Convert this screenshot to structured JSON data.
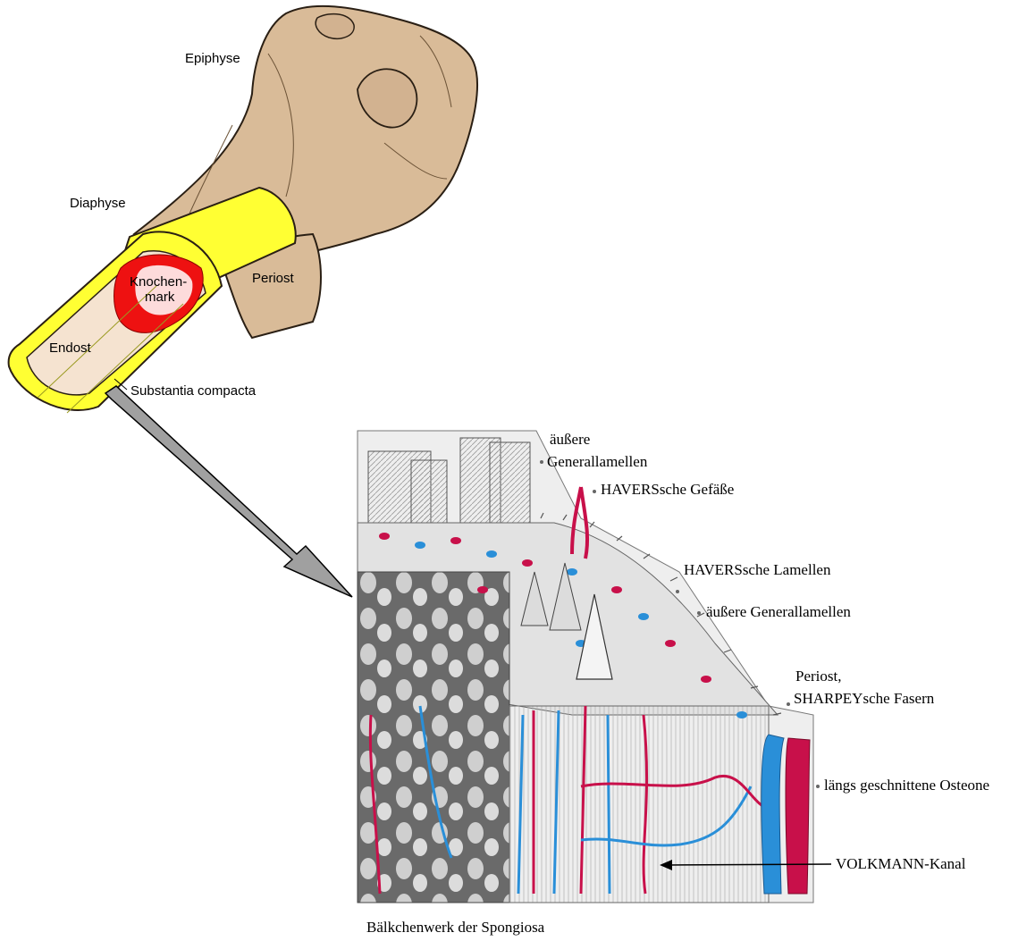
{
  "labels": {
    "epiphyse": "Epiphyse",
    "diaphyse": "Diaphyse",
    "periost": "Periost",
    "knochen_line1": "Knochen-",
    "knochen_line2": "mark",
    "endost": "Endost",
    "substantia_compacta": "Substantia compacta"
  },
  "section_labels": {
    "aussere_top_line1": "äußere",
    "aussere_top_line2": "Generallamellen",
    "havers_gefasse": "HAVERSsche Gefäße",
    "havers_lamellen": "HAVERSsche Lamellen",
    "aussere_generallamellen": "äußere Generallamellen",
    "periost_line1": "Periost,",
    "periost_line2": "SHARPEYsche Fasern",
    "langs_osteone": "längs geschnittene Osteone",
    "volkmann": "VOLKMANN-Kanal",
    "balkchenwerk": "Bälkchenwerk der Spongiosa"
  },
  "colors": {
    "bone": "#d9bb98",
    "compacta_yellow": "#ffff33",
    "marrow_red": "#ee1111",
    "endost_cream": "#f5e3d0",
    "vessel_red": "#c8104a",
    "vessel_blue": "#2a8fd8",
    "arrow_gray": "#a0a0a0"
  }
}
